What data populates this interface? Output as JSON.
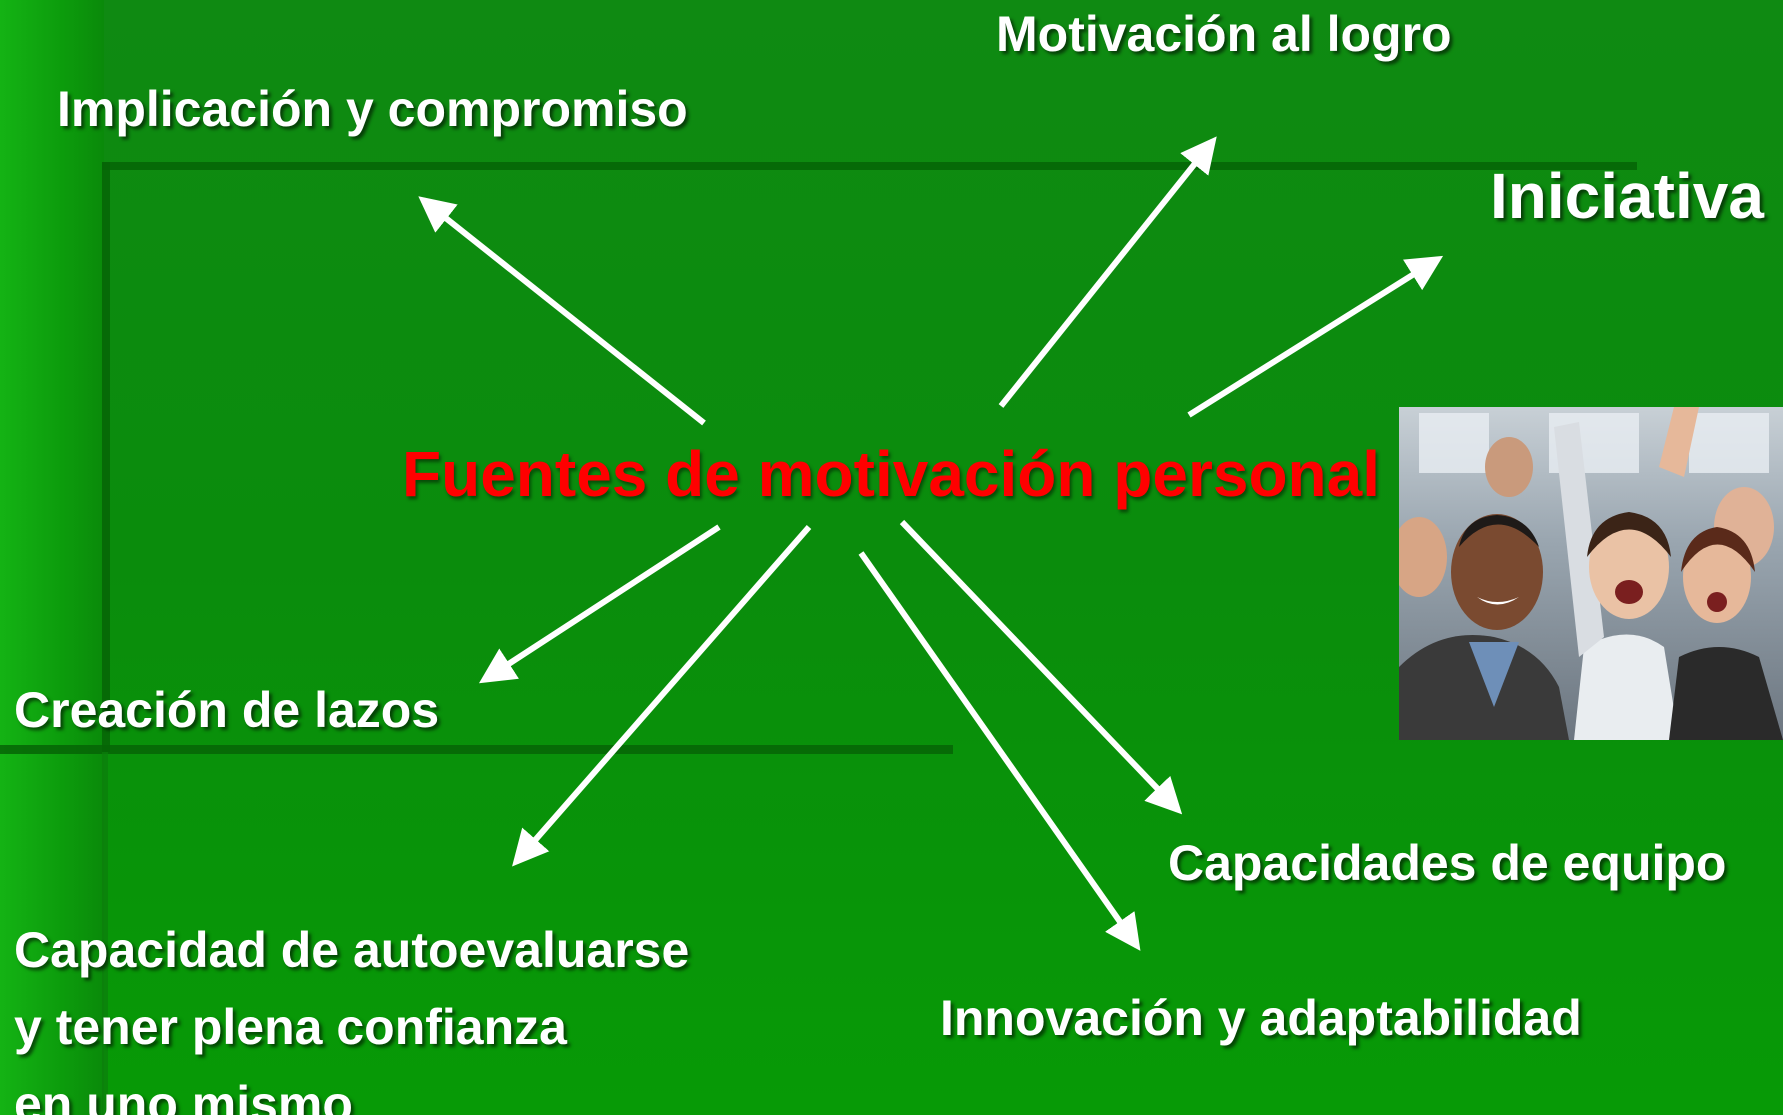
{
  "center": {
    "title": "Fuentes de motivación personal"
  },
  "labels": {
    "motivacion": "Motivación al logro",
    "implicacion": "Implicación y compromiso",
    "iniciativa": "Iniciativa",
    "creacion": "Creación de lazos",
    "capacidades_equipo": "Capacidades de equipo",
    "autoevaluarse": {
      "line1": "Capacidad de autoevaluarse",
      "line2": "y tener plena confianza",
      "line3": "en uno mismo"
    },
    "innovacion": "Innovación y adaptabilidad"
  },
  "colors": {
    "background": "#0a8c0c",
    "title": "#ff0000",
    "text": "#ffffff",
    "arrow": "#ffffff"
  },
  "image": {
    "icon": "group-of-cheering-people-photo"
  }
}
